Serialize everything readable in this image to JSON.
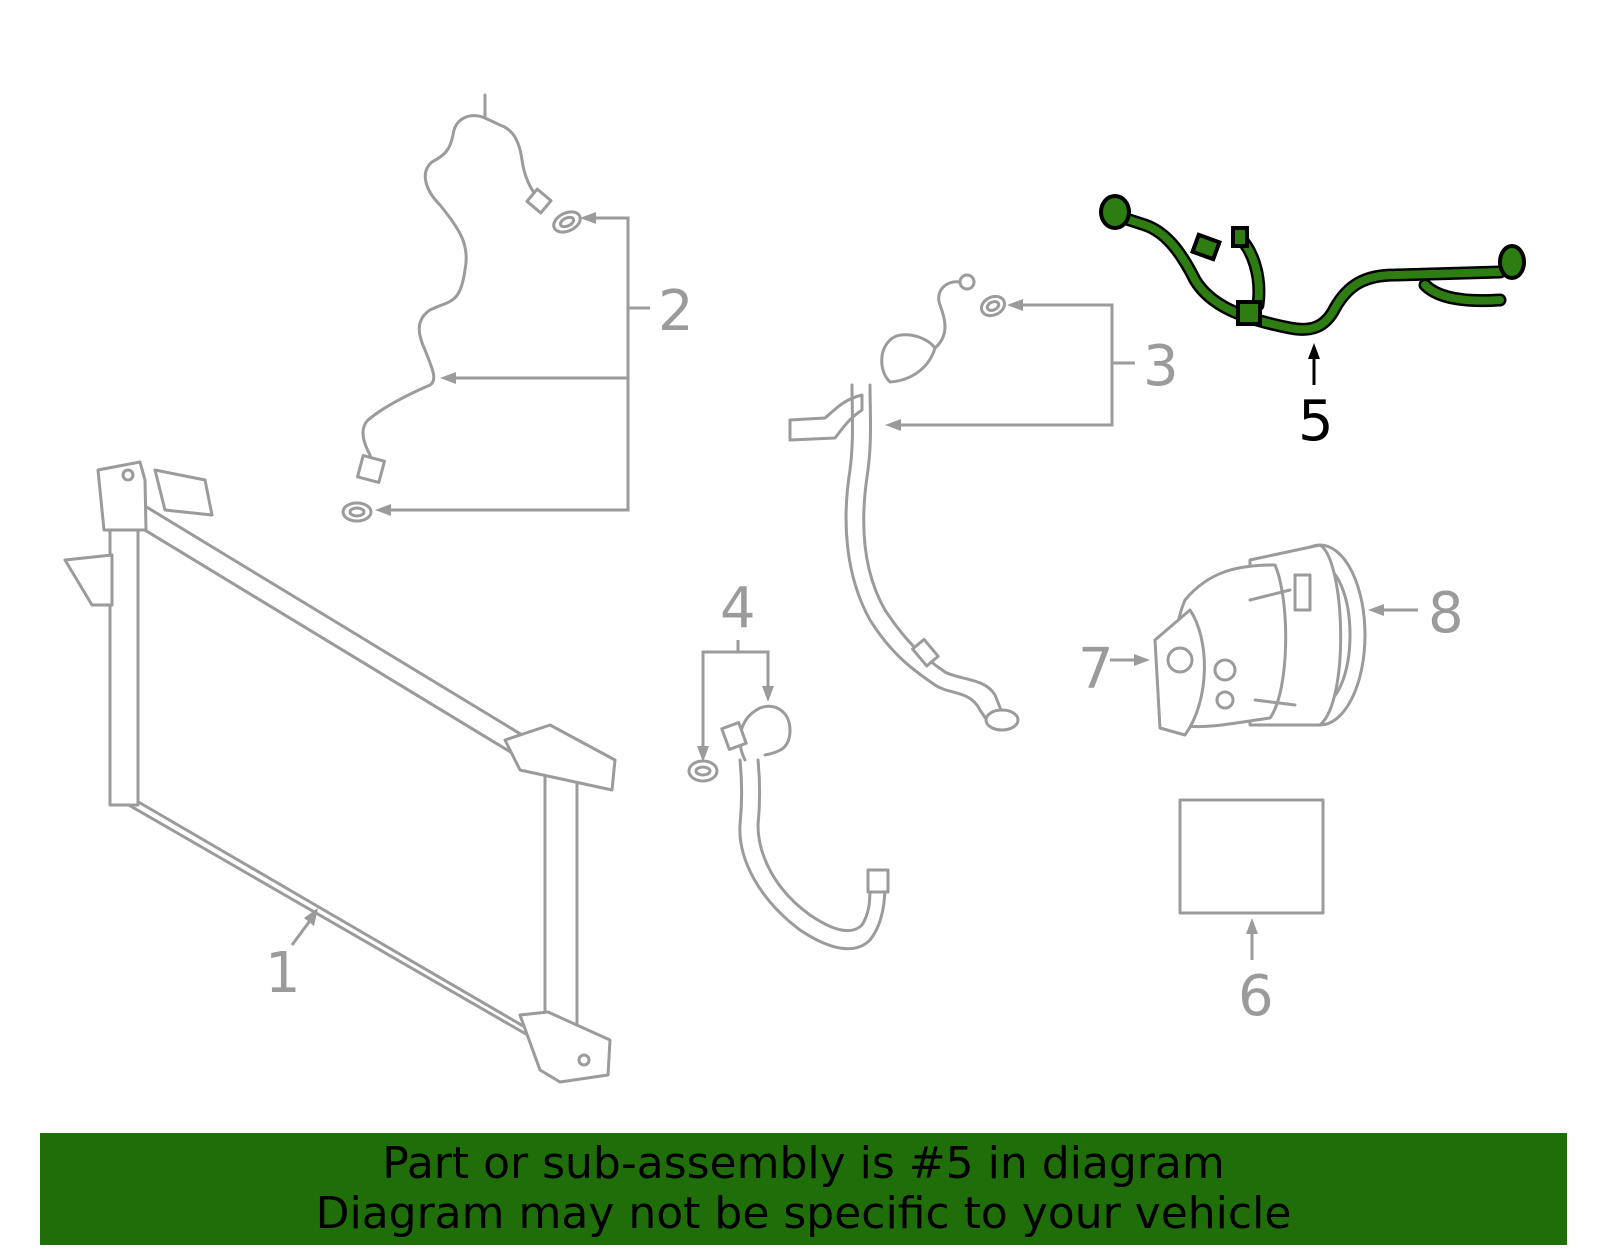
{
  "callouts": [
    "1",
    "2",
    "3",
    "4",
    "5",
    "6",
    "7",
    "8"
  ],
  "highlighted_part": "5",
  "banner": {
    "line1": "Part or sub-assembly is #5 in diagram",
    "line2": "Diagram may not be specific to your vehicle"
  },
  "colors": {
    "line_art": "#9b9b9b",
    "highlight": "#2e7d12",
    "banner_bg": "#1f6e0a",
    "banner_text": "#000000"
  }
}
